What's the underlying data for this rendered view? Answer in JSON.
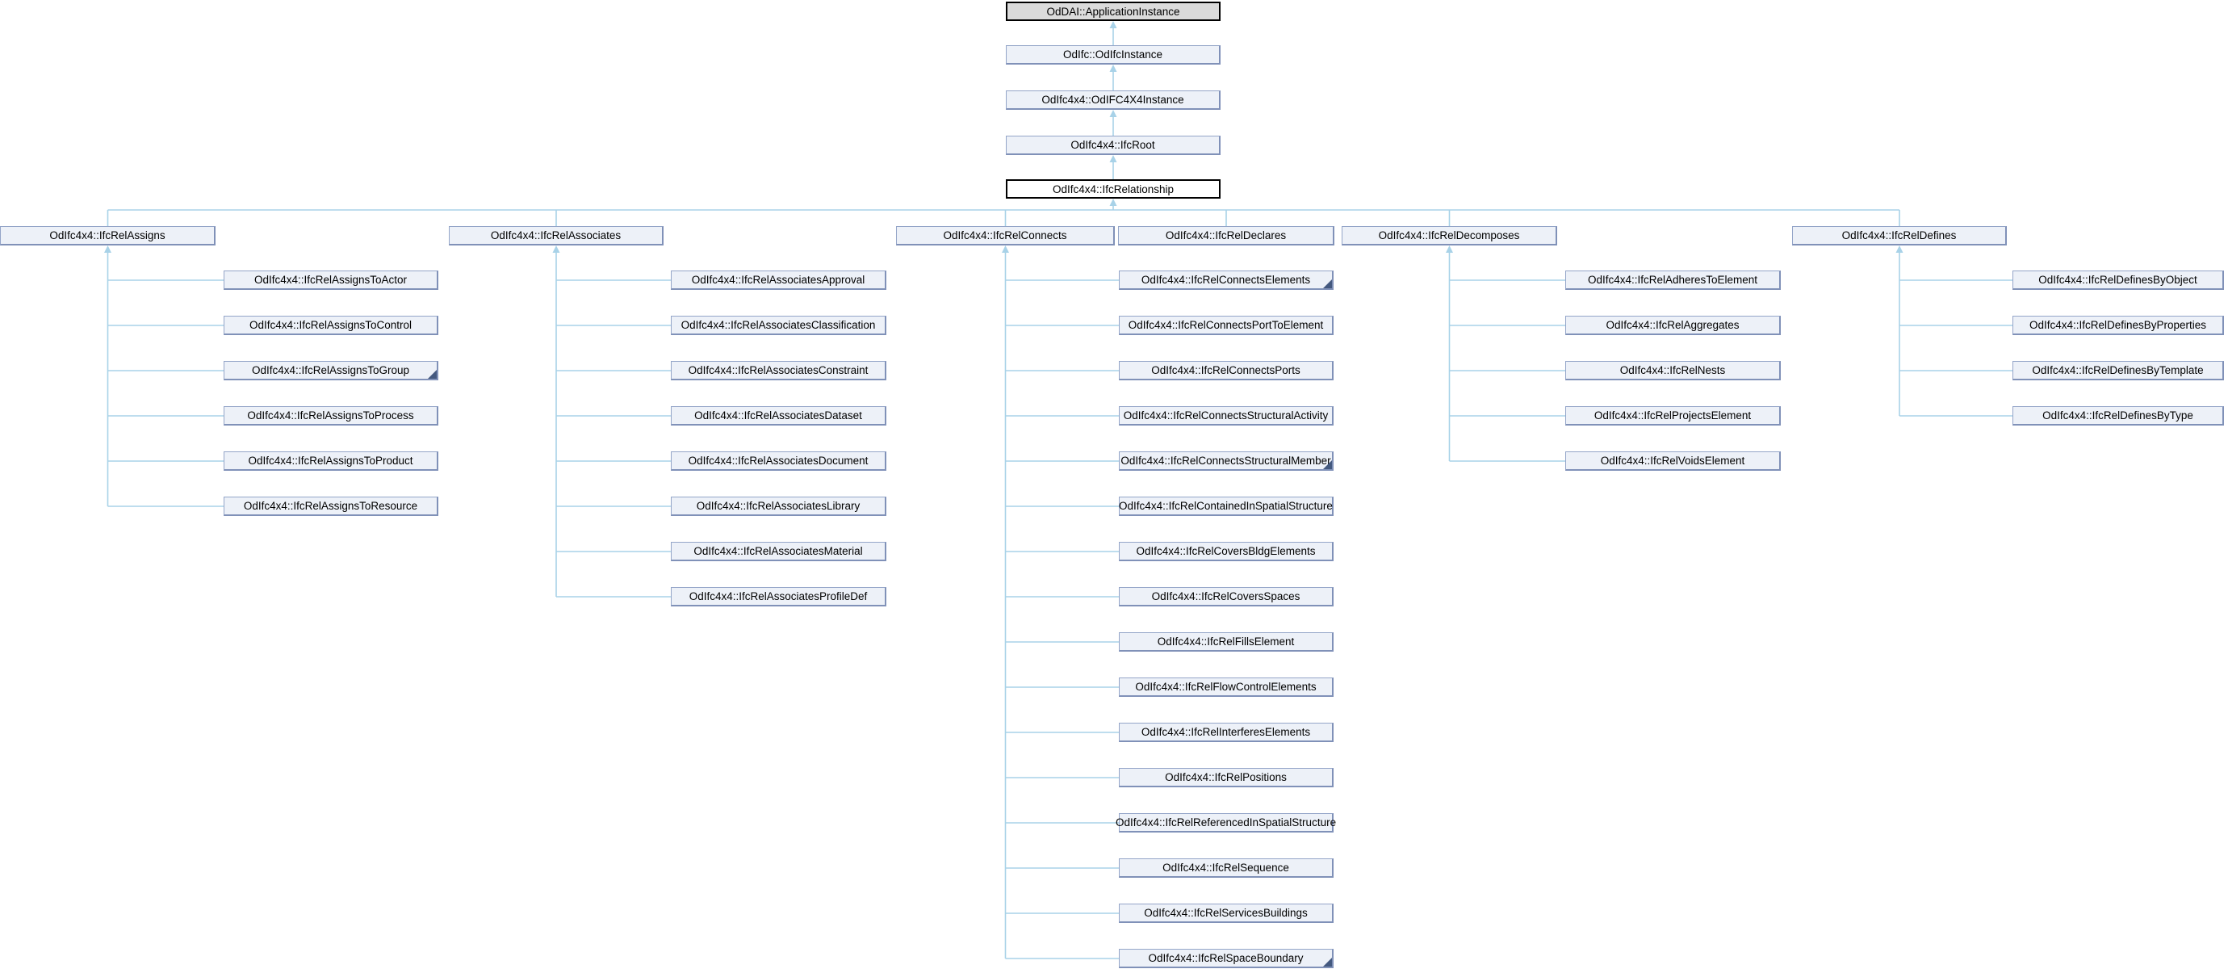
{
  "diagram": {
    "type": "class-inheritance-graph",
    "root_chain": [
      {
        "label": "OdDAI::ApplicationInstance",
        "style": "external"
      },
      {
        "label": "OdIfc::OdIfcInstance",
        "style": "normal"
      },
      {
        "label": "OdIfc4x4::OdIFC4X4Instance",
        "style": "normal"
      },
      {
        "label": "OdIfc4x4::IfcRoot",
        "style": "normal"
      },
      {
        "label": "OdIfc4x4::IfcRelationship",
        "style": "current"
      }
    ],
    "subclass_groups": [
      {
        "parent": {
          "label": "OdIfc4x4::IfcRelAssigns"
        },
        "children": [
          {
            "label": "OdIfc4x4::IfcRelAssignsToActor",
            "has_more_derived": false
          },
          {
            "label": "OdIfc4x4::IfcRelAssignsToControl",
            "has_more_derived": false
          },
          {
            "label": "OdIfc4x4::IfcRelAssignsToGroup",
            "has_more_derived": true
          },
          {
            "label": "OdIfc4x4::IfcRelAssignsToProcess",
            "has_more_derived": false
          },
          {
            "label": "OdIfc4x4::IfcRelAssignsToProduct",
            "has_more_derived": false
          },
          {
            "label": "OdIfc4x4::IfcRelAssignsToResource",
            "has_more_derived": false
          }
        ]
      },
      {
        "parent": {
          "label": "OdIfc4x4::IfcRelAssociates"
        },
        "children": [
          {
            "label": "OdIfc4x4::IfcRelAssociatesApproval",
            "has_more_derived": false
          },
          {
            "label": "OdIfc4x4::IfcRelAssociatesClassification",
            "has_more_derived": false
          },
          {
            "label": "OdIfc4x4::IfcRelAssociatesConstraint",
            "has_more_derived": false
          },
          {
            "label": "OdIfc4x4::IfcRelAssociatesDataset",
            "has_more_derived": false
          },
          {
            "label": "OdIfc4x4::IfcRelAssociatesDocument",
            "has_more_derived": false
          },
          {
            "label": "OdIfc4x4::IfcRelAssociatesLibrary",
            "has_more_derived": false
          },
          {
            "label": "OdIfc4x4::IfcRelAssociatesMaterial",
            "has_more_derived": false
          },
          {
            "label": "OdIfc4x4::IfcRelAssociatesProfileDef",
            "has_more_derived": false
          }
        ]
      },
      {
        "parent": {
          "label": "OdIfc4x4::IfcRelConnects"
        },
        "children": [
          {
            "label": "OdIfc4x4::IfcRelConnectsElements",
            "has_more_derived": true
          },
          {
            "label": "OdIfc4x4::IfcRelConnectsPortToElement",
            "has_more_derived": false
          },
          {
            "label": "OdIfc4x4::IfcRelConnectsPorts",
            "has_more_derived": false
          },
          {
            "label": "OdIfc4x4::IfcRelConnectsStructuralActivity",
            "has_more_derived": false
          },
          {
            "label": "OdIfc4x4::IfcRelConnectsStructuralMember",
            "has_more_derived": true
          },
          {
            "label": "OdIfc4x4::IfcRelContainedInSpatialStructure",
            "has_more_derived": false
          },
          {
            "label": "OdIfc4x4::IfcRelCoversBldgElements",
            "has_more_derived": false
          },
          {
            "label": "OdIfc4x4::IfcRelCoversSpaces",
            "has_more_derived": false
          },
          {
            "label": "OdIfc4x4::IfcRelFillsElement",
            "has_more_derived": false
          },
          {
            "label": "OdIfc4x4::IfcRelFlowControlElements",
            "has_more_derived": false
          },
          {
            "label": "OdIfc4x4::IfcRelInterferesElements",
            "has_more_derived": false
          },
          {
            "label": "OdIfc4x4::IfcRelPositions",
            "has_more_derived": false
          },
          {
            "label": "OdIfc4x4::IfcRelReferencedInSpatialStructure",
            "has_more_derived": false
          },
          {
            "label": "OdIfc4x4::IfcRelSequence",
            "has_more_derived": false
          },
          {
            "label": "OdIfc4x4::IfcRelServicesBuildings",
            "has_more_derived": false
          },
          {
            "label": "OdIfc4x4::IfcRelSpaceBoundary",
            "has_more_derived": true
          }
        ]
      },
      {
        "parent": {
          "label": "OdIfc4x4::IfcRelDeclares"
        },
        "children": []
      },
      {
        "parent": {
          "label": "OdIfc4x4::IfcRelDecomposes"
        },
        "children": [
          {
            "label": "OdIfc4x4::IfcRelAdheresToElement",
            "has_more_derived": false
          },
          {
            "label": "OdIfc4x4::IfcRelAggregates",
            "has_more_derived": false
          },
          {
            "label": "OdIfc4x4::IfcRelNests",
            "has_more_derived": false
          },
          {
            "label": "OdIfc4x4::IfcRelProjectsElement",
            "has_more_derived": false
          },
          {
            "label": "OdIfc4x4::IfcRelVoidsElement",
            "has_more_derived": false
          }
        ]
      },
      {
        "parent": {
          "label": "OdIfc4x4::IfcRelDefines"
        },
        "children": [
          {
            "label": "OdIfc4x4::IfcRelDefinesByObject",
            "has_more_derived": false
          },
          {
            "label": "OdIfc4x4::IfcRelDefinesByProperties",
            "has_more_derived": false
          },
          {
            "label": "OdIfc4x4::IfcRelDefinesByTemplate",
            "has_more_derived": false
          },
          {
            "label": "OdIfc4x4::IfcRelDefinesByType",
            "has_more_derived": false
          }
        ]
      }
    ],
    "colors": {
      "node_fill": "#edf1f8",
      "node_border": "#94a5c8",
      "node_border_dark": "#8091b8",
      "external_fill": "#dbdbdb",
      "current_fill": "#ffffff",
      "black_border": "#000000",
      "edge": "#a8d2e8",
      "fold_marker": "#44597f",
      "text": "#000000",
      "background": "#ffffff"
    }
  }
}
